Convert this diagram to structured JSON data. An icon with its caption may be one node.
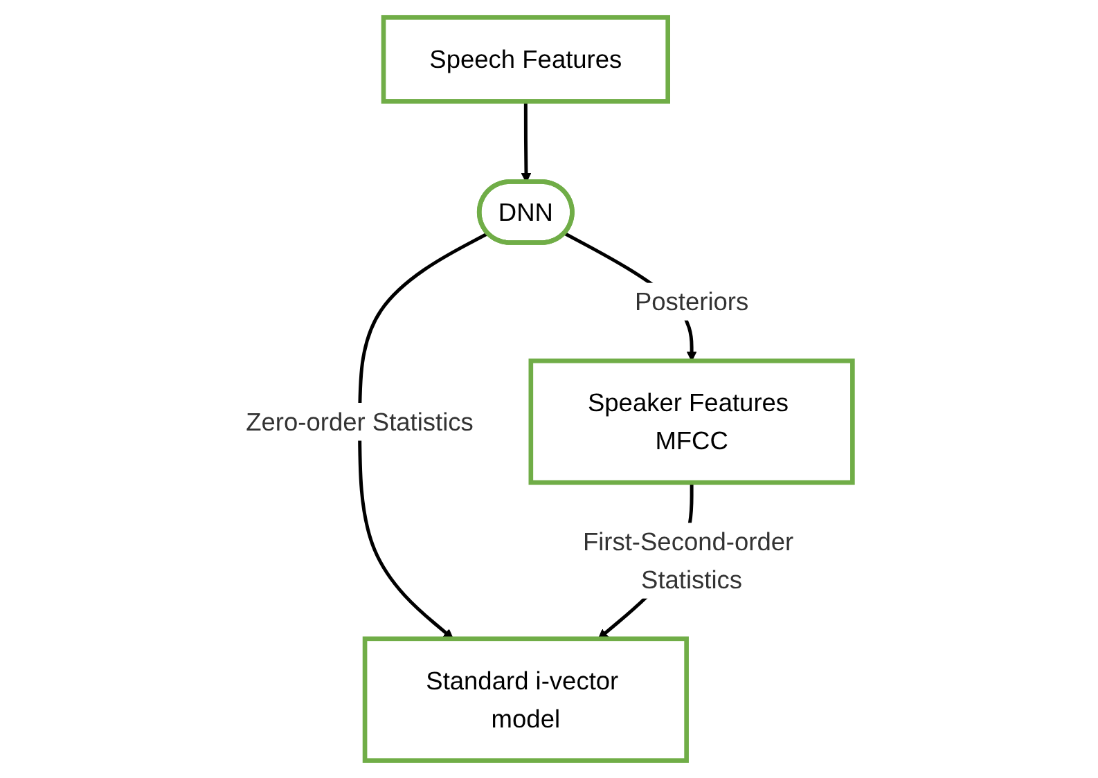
{
  "diagram": {
    "nodes": [
      {
        "text": [
          "Speech Features"
        ]
      },
      {
        "text": [
          "DNN"
        ]
      },
      {
        "text": [
          "Speaker Features MFCC"
        ]
      },
      {
        "text": [
          "Standard i-vector model"
        ]
      }
    ],
    "edges": [
      {
        "from": 0,
        "to": 1,
        "arrow": "to"
      },
      {
        "from": 1,
        "to": 2,
        "arrow": "to",
        "label": "Posteriors"
      },
      {
        "from": 1,
        "to": 3,
        "arrow": "to",
        "label": "Zero-order Statistics"
      },
      {
        "from": 2,
        "to": 3,
        "arrow": "to",
        "label": "First-Second-order Statistics"
      }
    ]
  }
}
